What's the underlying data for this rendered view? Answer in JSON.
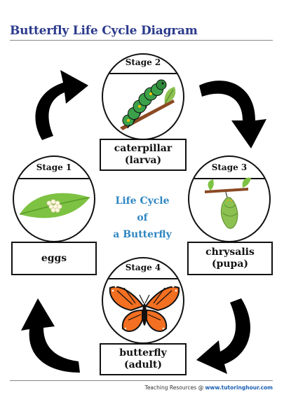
{
  "header": {
    "title": "Butterfly Life Cycle Diagram"
  },
  "center": {
    "line1": "Life Cycle",
    "line2": "of",
    "line3": "a Butterfly",
    "color": "#2e86c1"
  },
  "stages": [
    {
      "label": "Stage 1",
      "name_line1": "eggs",
      "name_line2": "",
      "icon": "leaf-with-eggs-icon"
    },
    {
      "label": "Stage 2",
      "name_line1": "caterpillar",
      "name_line2": "(larva)",
      "icon": "caterpillar-icon"
    },
    {
      "label": "Stage 3",
      "name_line1": "chrysalis",
      "name_line2": "(pupa)",
      "icon": "chrysalis-icon"
    },
    {
      "label": "Stage 4",
      "name_line1": "butterfly",
      "name_line2": "(adult)",
      "icon": "monarch-butterfly-icon"
    }
  ],
  "footer": {
    "prefix": "Teaching Resources @ ",
    "url": "www.tutoringhour.com"
  },
  "colors": {
    "title": "#2b3a8c",
    "leaf": "#7dc242",
    "caterpillar": "#3aa14a",
    "chrysalis": "#8cc152",
    "butterfly_wing": "#f36f21"
  }
}
